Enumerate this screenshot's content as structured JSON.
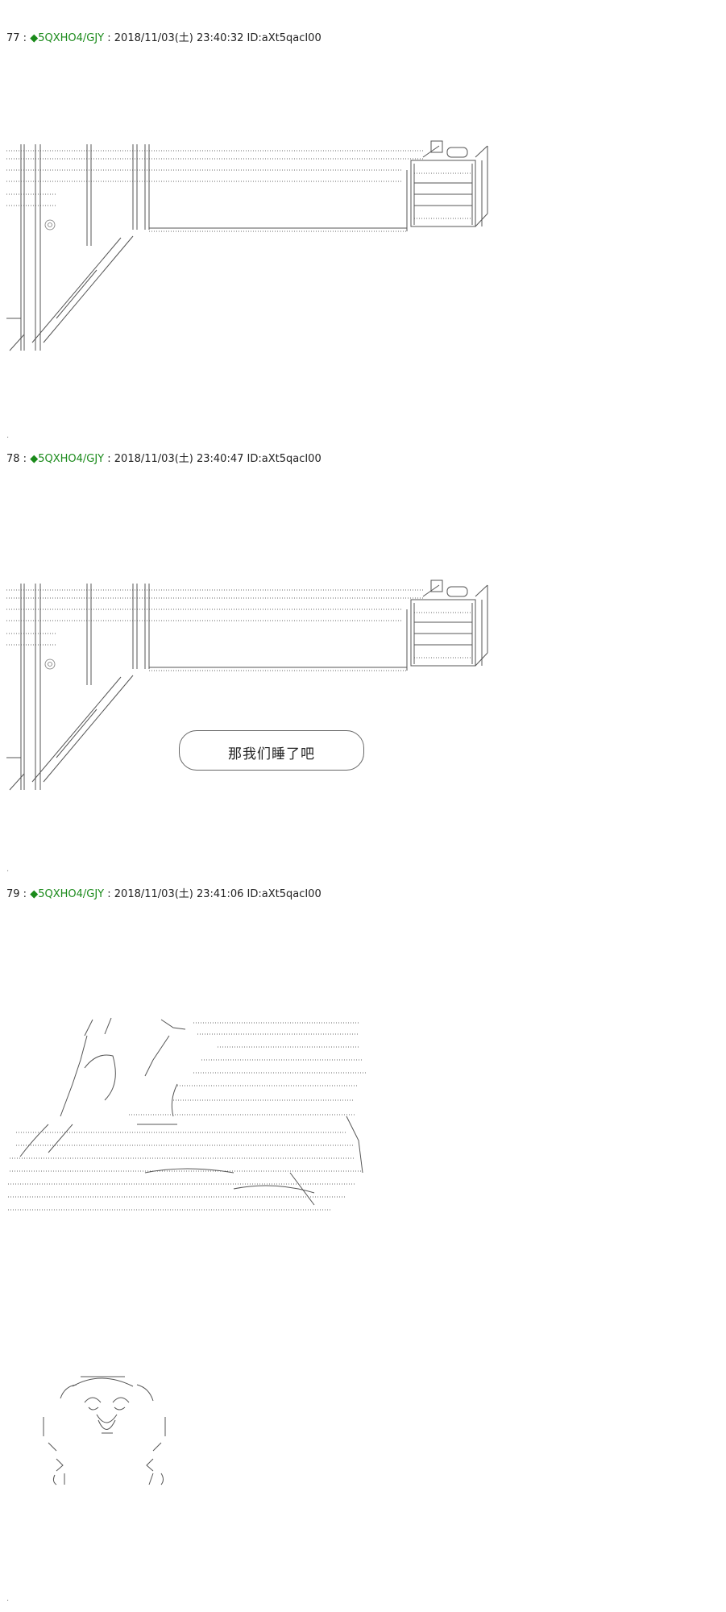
{
  "posts": [
    {
      "number": "77",
      "sep": " : ",
      "diamond": "◆",
      "trip": "5QXHO4/GJY",
      "sep2": " : ",
      "datetime": "2018/11/03(土) 23:40:32",
      "id": " ID:aXt5qacI00"
    },
    {
      "number": "78",
      "sep": " : ",
      "diamond": "◆",
      "trip": "5QXHO4/GJY",
      "sep2": " : ",
      "datetime": "2018/11/03(土) 23:40:47",
      "id": " ID:aXt5qacI00"
    },
    {
      "number": "79",
      "sep": " : ",
      "diamond": "◆",
      "trip": "5QXHO4/GJY",
      "sep2": " : ",
      "datetime": "2018/11/03(土) 23:41:06",
      "id": " ID:aXt5qacI00"
    }
  ],
  "speech_bubble": "那我们睡了吧",
  "colors": {
    "trip": "#1a8a1a",
    "text": "#222222",
    "line": "#555555"
  }
}
